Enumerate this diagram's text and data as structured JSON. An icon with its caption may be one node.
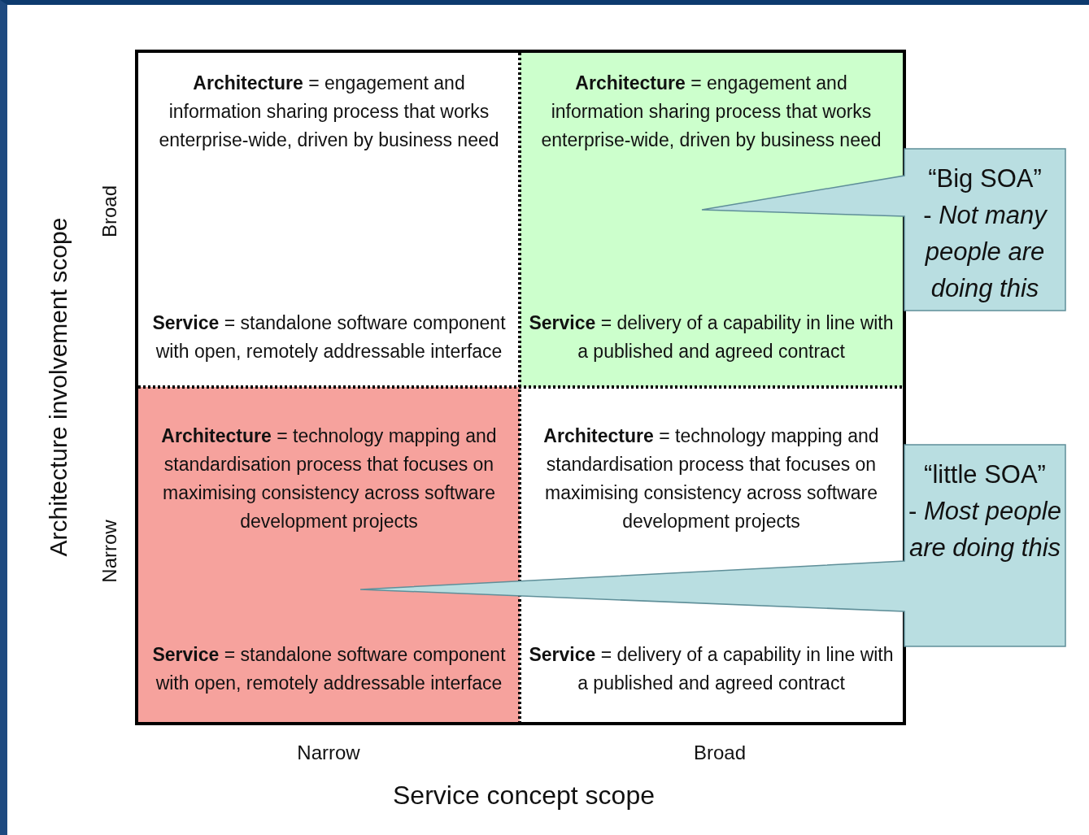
{
  "diagram": {
    "nodes": [
      {
        "text": [
          "**Architecture** = engagement and information sharing process that works enterprise-wide, driven by business need",
          "**Service** = standalone software component with open, remotely addressable interface"
        ]
      },
      {
        "text": [
          "**Architecture** = engagement and information sharing process that works enterprise-wide, driven by business need",
          "**Service** = delivery of a capability in line with a published and agreed contract"
        ]
      },
      {
        "text": [
          "**Architecture** = technology mapping and standardisation process that focuses on maximising consistency across software development projects",
          "**Service** = standalone software component with open, remotely addressable interface"
        ]
      },
      {
        "text": [
          "**Architecture** = technology mapping and standardisation process that focuses on maximising consistency across software development projects",
          "**Service** = delivery of a capability in line with a published and agreed contract"
        ]
      },
      {
        "text": [
          "“Big SOA”",
          "- *Not many people are doing this*"
        ]
      },
      {
        "text": [
          "“little SOA”",
          "- *Most people are doing this*"
        ]
      }
    ],
    "labels": [
      "Architecture involvement scope",
      "Broad",
      "Narrow",
      "Narrow",
      "Broad",
      "Service concept scope"
    ]
  }
}
